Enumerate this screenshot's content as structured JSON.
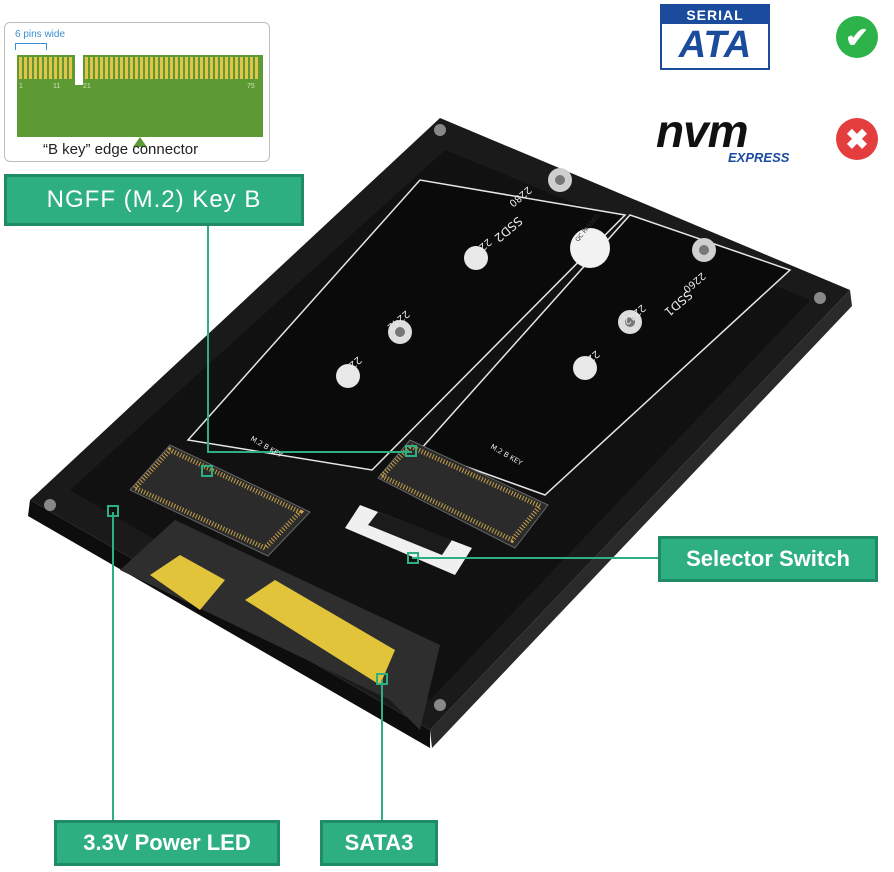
{
  "keybox": {
    "pins_label": "6 pins wide",
    "pin_numbers": [
      "1",
      "11",
      "21",
      "75"
    ],
    "caption": "“B key” edge connector"
  },
  "callouts": {
    "ngff": "NGFF  (M.2)  Key  B",
    "selector": "Selector Switch",
    "led": "3.3V Power  LED",
    "sata": "SATA3"
  },
  "logos": {
    "sata_top": "SERIAL",
    "sata_big": "ATA",
    "nvm_word": "nvm",
    "nvm_sub": "EXPRESS"
  },
  "status": {
    "sata_supported": "✔",
    "nvme_supported": "✖",
    "ok_color": "#2db34a",
    "no_color": "#e43d3d"
  },
  "board": {
    "slot_right": {
      "name": "SSD1",
      "sizes": [
        "2260",
        "2242",
        "2230"
      ]
    },
    "slot_left": {
      "name": "SSD2",
      "sizes": [
        "2280",
        "2260",
        "2242",
        "2230"
      ]
    },
    "qc_badge": "QC PASSED",
    "slot_label": "M.2 B KEY",
    "accent": "#2eaf82"
  }
}
